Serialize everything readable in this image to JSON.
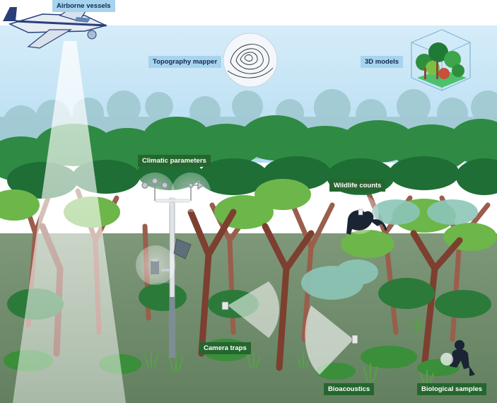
{
  "labels": {
    "airborne_vessels": "Airborne vessels",
    "topography_mapper": "Topography mapper",
    "models_3d": "3D models",
    "climatic_parameters": "Climatic parameters",
    "wildlife_counts": "Wildlife counts",
    "camera_traps": "Camera traps",
    "bioacoustics": "Bioacoustics",
    "biological_samples": "Biological samples"
  },
  "colors": {
    "sky_top": "#ffffff",
    "sky_bottom": "#bfe2f4",
    "sky_label_bg": "#a6d3ee",
    "sky_label_text": "#13294f",
    "forest_label_bg": "#25662f",
    "forest_label_text": "#ffffff",
    "canopy_dark": "#1f7a3c",
    "canopy_mid": "#3c9a43",
    "canopy_light": "#78c04a",
    "trunk": "#8a4a37",
    "ground": "#6f8a6c"
  },
  "icons": [
    "airplane-icon",
    "topography-map-icon",
    "forest-cube-icon",
    "weather-station-icon",
    "anemometer-icon",
    "wind-vane-icon",
    "rain-gauge-icon",
    "solar-panel-icon",
    "jaguar-icon",
    "camera-trap-icon",
    "acoustic-recorder-icon",
    "researcher-icon"
  ]
}
